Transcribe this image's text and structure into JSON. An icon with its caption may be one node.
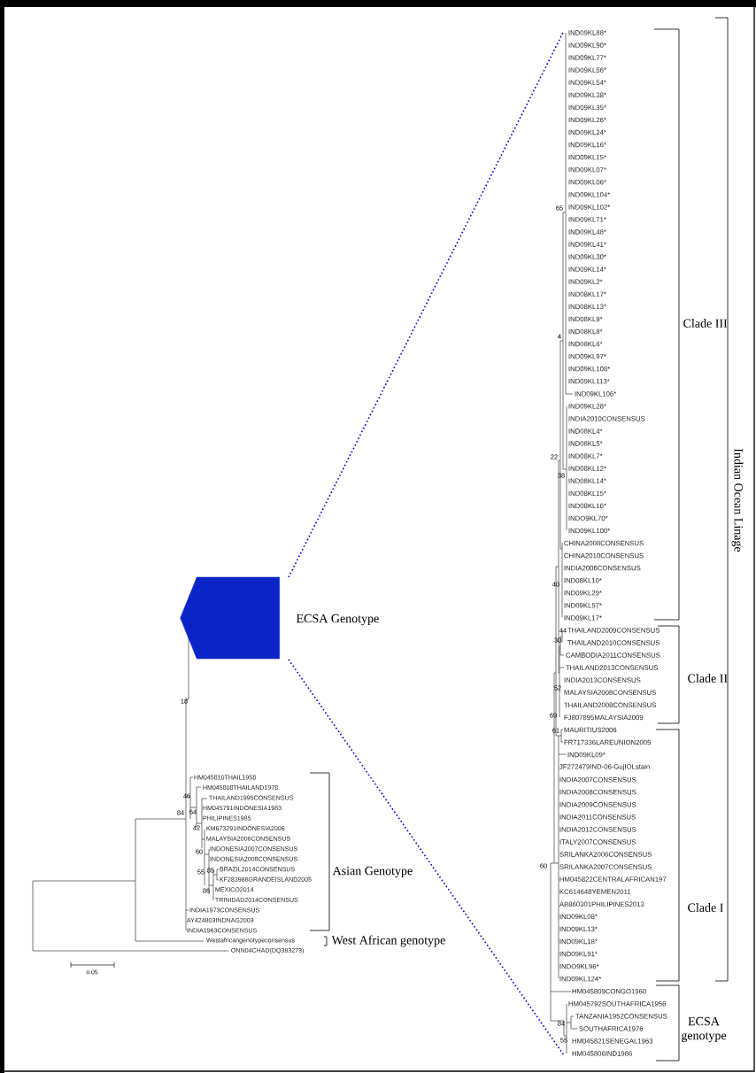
{
  "diagram": {
    "nodes": [
      {
        "text": [],
        "shape": "pentagon",
        "beside": [
          "ECSA Genotype"
        ]
      }
    ],
    "edges": [],
    "labels": [
      "IND09KL88*",
      "IND09KL90*",
      "IND09KL77*",
      "IND09KL56*",
      "IND09KL54*",
      "IND09KL38*",
      "IND09KL35*",
      "IND09KL26*",
      "IND09KL24*",
      "IND09KL16*",
      "IND09KL15*",
      "IND09KL07*",
      "IND09KL06*",
      "IND09KL104*",
      "IND09KL102*",
      "IND09KL71*",
      "IND09KL48*",
      "IND09KL41*",
      "IND09KL30*",
      "IND09KL14*",
      "IND09KL2*",
      "IND08KL17*",
      "IND08KL13*",
      "IND08KL9*",
      "IND08KL8*",
      "IND08KL6*",
      "IND09KL97*",
      "IND09KL108*",
      "IND09KL113*",
      "IND09KL106*",
      "IND09KL28*",
      "INDIA2010CONSENSUS",
      "IND08KL4*",
      "IND08KL5*",
      "IND08KL7*",
      "IND08KL12*",
      "IND08KL14*",
      "IND08KL15*",
      "IND08KL16*",
      "INDO9KL70*",
      "IND09KL100*",
      "CHINA2008CONSENSUS",
      "CHINA2010CONSENSUS",
      "INDIA2006CONSENSUS",
      "IND08KL10*",
      "IND09KL29*",
      "IND09KL57*",
      "IND09KL17*",
      "THAILAND2009CONSENSUS",
      "THAILAND2010CONSENSUS",
      "CAMBODIA2011CONSENSUS",
      "THAILAND2013CONSENSUS",
      "INDIA2013CONSENSUS",
      "MALAYSIA2008CONSENSUS",
      "THAILAND2008CONSENSUS",
      "FJ807895MALAYSIA2009",
      "MAURITIUS2006",
      "FR717336LAREUNION2005",
      "IND09KL09*",
      "JF272479IND-06-GujIOLstain",
      "INDIA2007CONSENSUS",
      "INDIA2008CONSENSUS",
      "INDIA2009CONSENSUS",
      "INDIA2011CONSENSUS",
      "INDIA2012CONSENSUS",
      "ITALY2007CONSENSUS",
      "SRILANKA2006CONSENSUS",
      "SRILANKA2007CONSENSUS",
      "HM045822CENTRALAFRICAN197",
      "KC614648YEMEN2011",
      "AB860301PHILIPINES2013",
      "IND09KL08*",
      "IND09KL13*",
      "IND09KL18*",
      "IND09KL91*",
      "INDO9KL96*",
      "IND09KL124*",
      "HM045809CONGO1960",
      "HM045792SOUTHAFRICA1956",
      "TANZANIA1952CONSENSUS",
      "SOUTHAFRICA1976",
      "HM045821SENEGAL1963",
      "HM045806IND1986",
      "HM045810THAIL1958",
      "HM045808THAILAND1978",
      "THAILAND1995CONSENSUS",
      "HM045791INDONESIA1983",
      "PHILIPINES1985",
      "KM673291INDONESIA2006",
      "MALAYSIA2006CONSENSUS",
      "INDONESIA2007CONSENSUS",
      "INDONESIA2008CONSENSUS",
      "BRAZIL2014CONSENSUS",
      "KF283986GRANDEISLAND2005",
      "MEXICO2014",
      "TRINIDAD2014CONSENSUS",
      "INDIA1973CONSENSUS",
      "AY424803INDNAG2003",
      "INDIA1963CONSENSUS",
      "Westafricangenotypeconsensus",
      "ONN04CHAD(DQ383273)",
      "65",
      "4",
      "22",
      "38",
      "40",
      "44",
      "30",
      "52",
      "69",
      "61",
      "60",
      "84",
      "55",
      "18",
      "46",
      "84",
      "64",
      "42",
      "60",
      "55",
      "85",
      "86",
      "Clade III",
      "Clade II",
      "Clade I",
      "ECSA genotype",
      "Indian Ocean Linage",
      "Asian Genotype",
      "West African genotype",
      "0.05"
    ]
  }
}
